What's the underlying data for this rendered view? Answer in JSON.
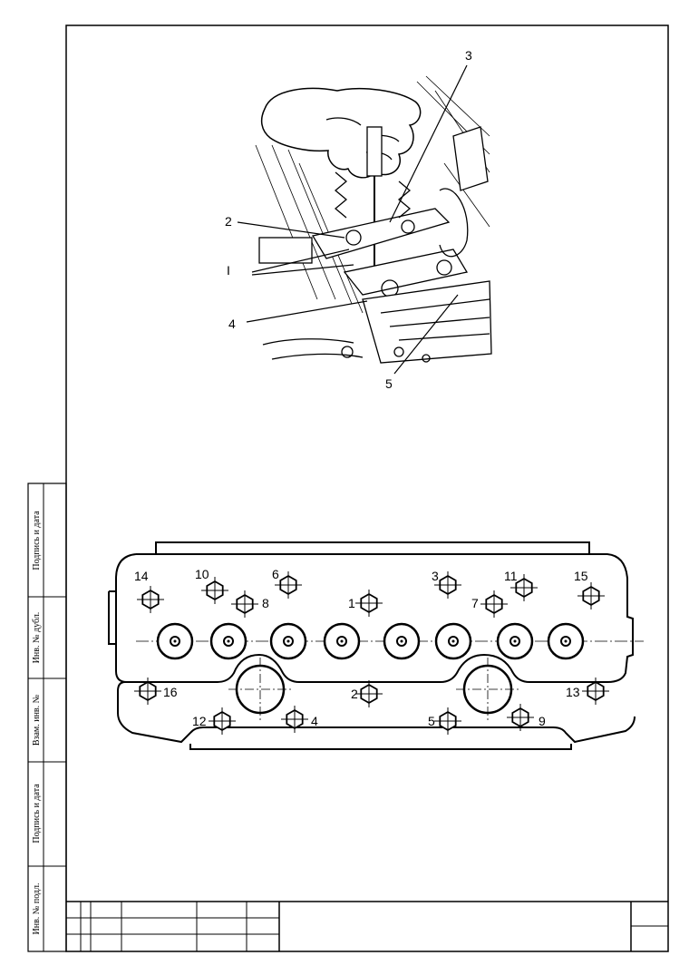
{
  "side_strip": {
    "cells": [
      {
        "label": "Подпись и дата"
      },
      {
        "label": "Инв. № дубл."
      },
      {
        "label": "Взам. инв. №"
      },
      {
        "label": "Подпись и дата"
      },
      {
        "label": "Инв. № подл."
      }
    ]
  },
  "illustration": {
    "callouts": [
      "3",
      "2",
      "I",
      "4",
      "5"
    ]
  },
  "cylinder_head": {
    "tightening_order": [
      "14",
      "10",
      "6",
      "8",
      "1",
      "3",
      "11",
      "7",
      "15",
      "16",
      "2",
      "13",
      "12",
      "4",
      "5",
      "9"
    ]
  },
  "title_block": {
    "cells_text": []
  }
}
